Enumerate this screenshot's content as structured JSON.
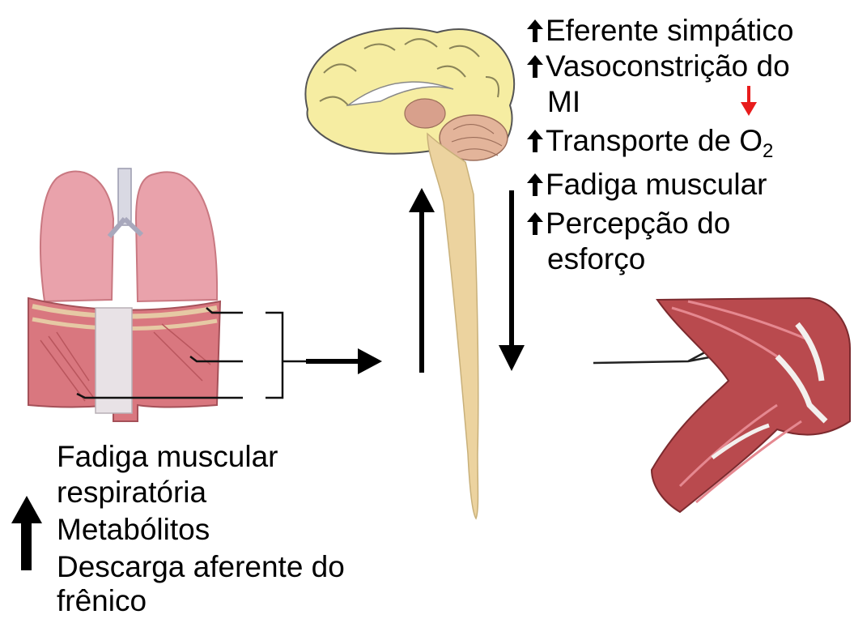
{
  "effects_list": {
    "sympathetic": "Eferente simpático",
    "vasoconstriction_line1": "Vasoconstrição do",
    "vasoconstriction_line2": "MI",
    "o2_transport": "Transporte de O",
    "o2_subscript": "2",
    "muscle_fatigue": "Fadiga muscular",
    "effort_line1": "Percepção do",
    "effort_line2": "esforço"
  },
  "respiratory_block": {
    "line1": "Fadiga muscular",
    "line2": "respiratória",
    "line3": "Metabólitos",
    "line4": "Descarga aferente do",
    "line5": "frênico"
  },
  "colors": {
    "brain": "#f6eda2",
    "spinal_cord": "#ecd39f",
    "lung": "#e9a2ab",
    "muscle": "#b94a4e",
    "red_arrow": "#e81c1c",
    "arrow": "#000000"
  }
}
